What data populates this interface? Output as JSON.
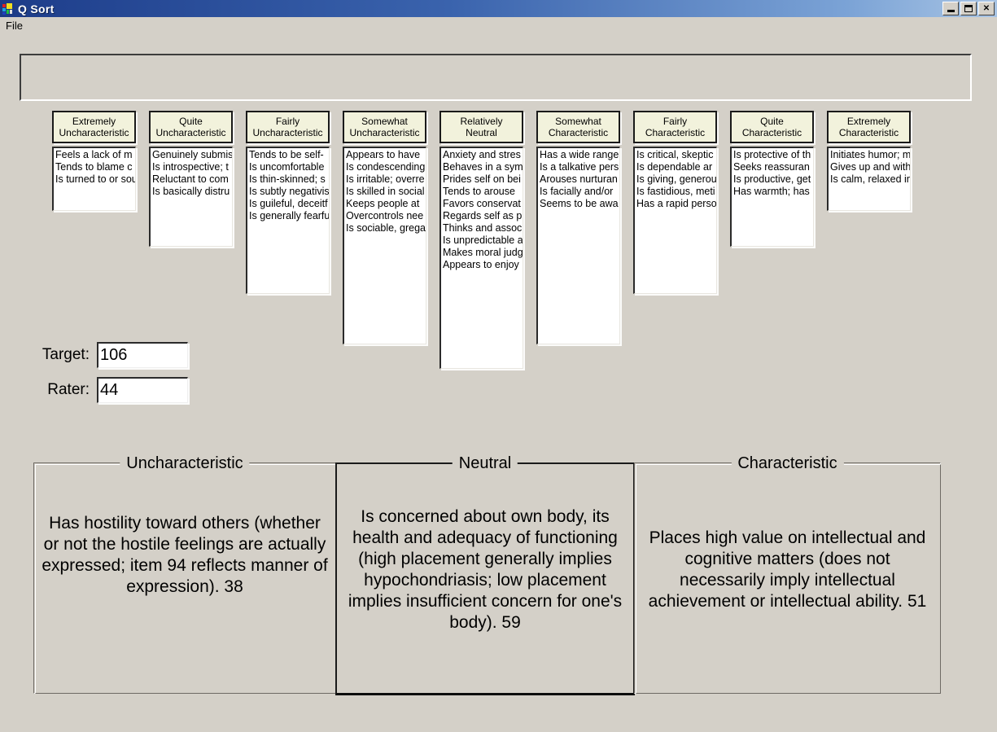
{
  "window": {
    "title": "Q Sort",
    "icon": "app-icon",
    "buttons": {
      "minimize": "minimize-button",
      "maximize": "maximize-button",
      "close": "close-button",
      "close_glyph": "✕"
    }
  },
  "menubar": {
    "items": [
      {
        "label": "File"
      }
    ]
  },
  "top_panel": {
    "content": ""
  },
  "columns": [
    {
      "id": "extremely-uncharacteristic",
      "header_line1": "Extremely",
      "header_line2": "Uncharacteristic",
      "items": [
        "Feels a lack of m",
        "Tends to blame c",
        "Is turned to or sou"
      ]
    },
    {
      "id": "quite-uncharacteristic",
      "header_line1": "Quite",
      "header_line2": "Uncharacteristic",
      "items": [
        "Genuinely submis",
        "Is introspective; t",
        "Reluctant to com",
        "Is basically distru"
      ]
    },
    {
      "id": "fairly-uncharacteristic",
      "header_line1": "Fairly",
      "header_line2": "Uncharacteristic",
      "items": [
        "Tends to be self-",
        "Is uncomfortable",
        "Is thin-skinned; s",
        "Is subtly negativis",
        "Is guileful, deceitf",
        "Is generally fearfu"
      ]
    },
    {
      "id": "somewhat-uncharacteristic",
      "header_line1": "Somewhat",
      "header_line2": "Uncharacteristic",
      "items": [
        "Appears to have",
        "Is condescending",
        "Is irritable; overre",
        "Is skilled in social",
        "Keeps people at",
        "Overcontrols nee",
        "Is sociable, grega"
      ]
    },
    {
      "id": "relatively-neutral",
      "header_line1": "Relatively",
      "header_line2": "Neutral",
      "items": [
        "Anxiety and stres",
        "Behaves in a sym",
        "Prides self on bei",
        "Tends to arouse",
        "Favors conservat",
        "Regards self as p",
        "Thinks and assoc",
        "Is unpredictable a",
        "Makes moral judg",
        "Appears to enjoy"
      ]
    },
    {
      "id": "somewhat-characteristic",
      "header_line1": "Somewhat",
      "header_line2": "Characteristic",
      "items": [
        "Has a wide range",
        "Is a talkative pers",
        "Arouses nurturan",
        "Is facially and/or",
        "Seems to be awa"
      ]
    },
    {
      "id": "fairly-characteristic",
      "header_line1": "Fairly",
      "header_line2": "Characteristic",
      "items": [
        "Is critical, skeptic",
        "Is dependable ar",
        "Is giving, generou",
        "Is fastidious, meti",
        "Has a rapid perso"
      ]
    },
    {
      "id": "quite-characteristic",
      "header_line1": "Quite",
      "header_line2": "Characteristic",
      "items": [
        "Is protective of th",
        "Seeks reassuran",
        "Is productive, get",
        "Has warmth; has"
      ]
    },
    {
      "id": "extremely-characteristic",
      "header_line1": "Extremely",
      "header_line2": "Characteristic",
      "items": [
        "Initiates humor; m",
        "Gives up and with",
        "Is calm, relaxed in"
      ]
    }
  ],
  "fields": {
    "target": {
      "label": "Target:",
      "value": "106"
    },
    "rater": {
      "label": "Rater:",
      "value": "44"
    }
  },
  "groupboxes": [
    {
      "id": "uncharacteristic",
      "legend": "Uncharacteristic",
      "text": "Has hostility toward others (whether or not the hostile feelings are actually expressed; item 94 reflects manner of expression). 38"
    },
    {
      "id": "neutral",
      "legend": "Neutral",
      "text": "Is concerned about own body, its health and adequacy of functioning (high placement generally implies hypochondriasis; low placement implies insufficient concern for one's body). 59"
    },
    {
      "id": "characteristic",
      "legend": "Characteristic",
      "text": "Places high value on intellectual and cognitive matters (does not necessarily imply intellectual achievement or intellectual ability. 51"
    }
  ],
  "colors": {
    "window_face": "#d4d0c8",
    "header_face": "#f2f2dc",
    "titlebar_start": "#1b3a86",
    "titlebar_end": "#a8c4e4",
    "list_face": "#ffffff"
  }
}
